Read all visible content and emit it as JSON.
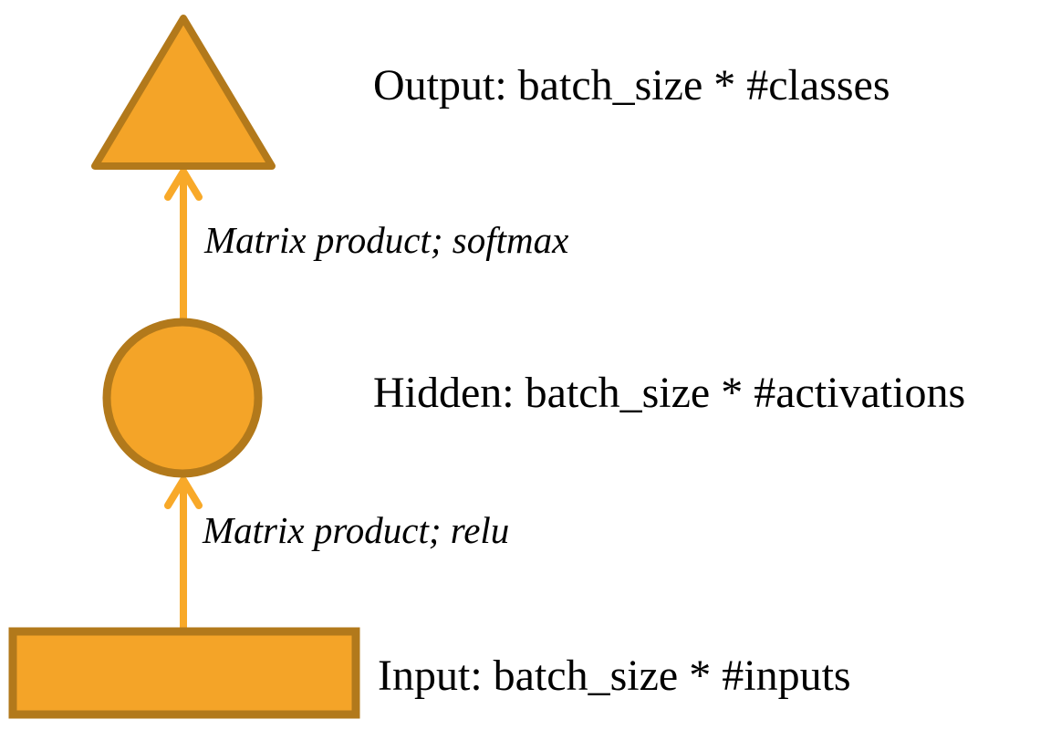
{
  "background": "#FFFFFF",
  "colors": {
    "shape_fill": "#F4A428",
    "shape_stroke": "#B2791B",
    "arrow": "#F8A929",
    "text": "#000000"
  },
  "nodes": {
    "output": {
      "shape": "triangle",
      "label": "Output: batch_size * #classes"
    },
    "hidden": {
      "shape": "circle",
      "label": "Hidden: batch_size * #activations"
    },
    "input": {
      "shape": "rectangle",
      "label": "Input: batch_size * #inputs"
    }
  },
  "edges": {
    "hidden_to_output": {
      "from": "hidden",
      "to": "output",
      "label": "Matrix product; softmax"
    },
    "input_to_hidden": {
      "from": "input",
      "to": "hidden",
      "label": "Matrix product; relu"
    }
  }
}
